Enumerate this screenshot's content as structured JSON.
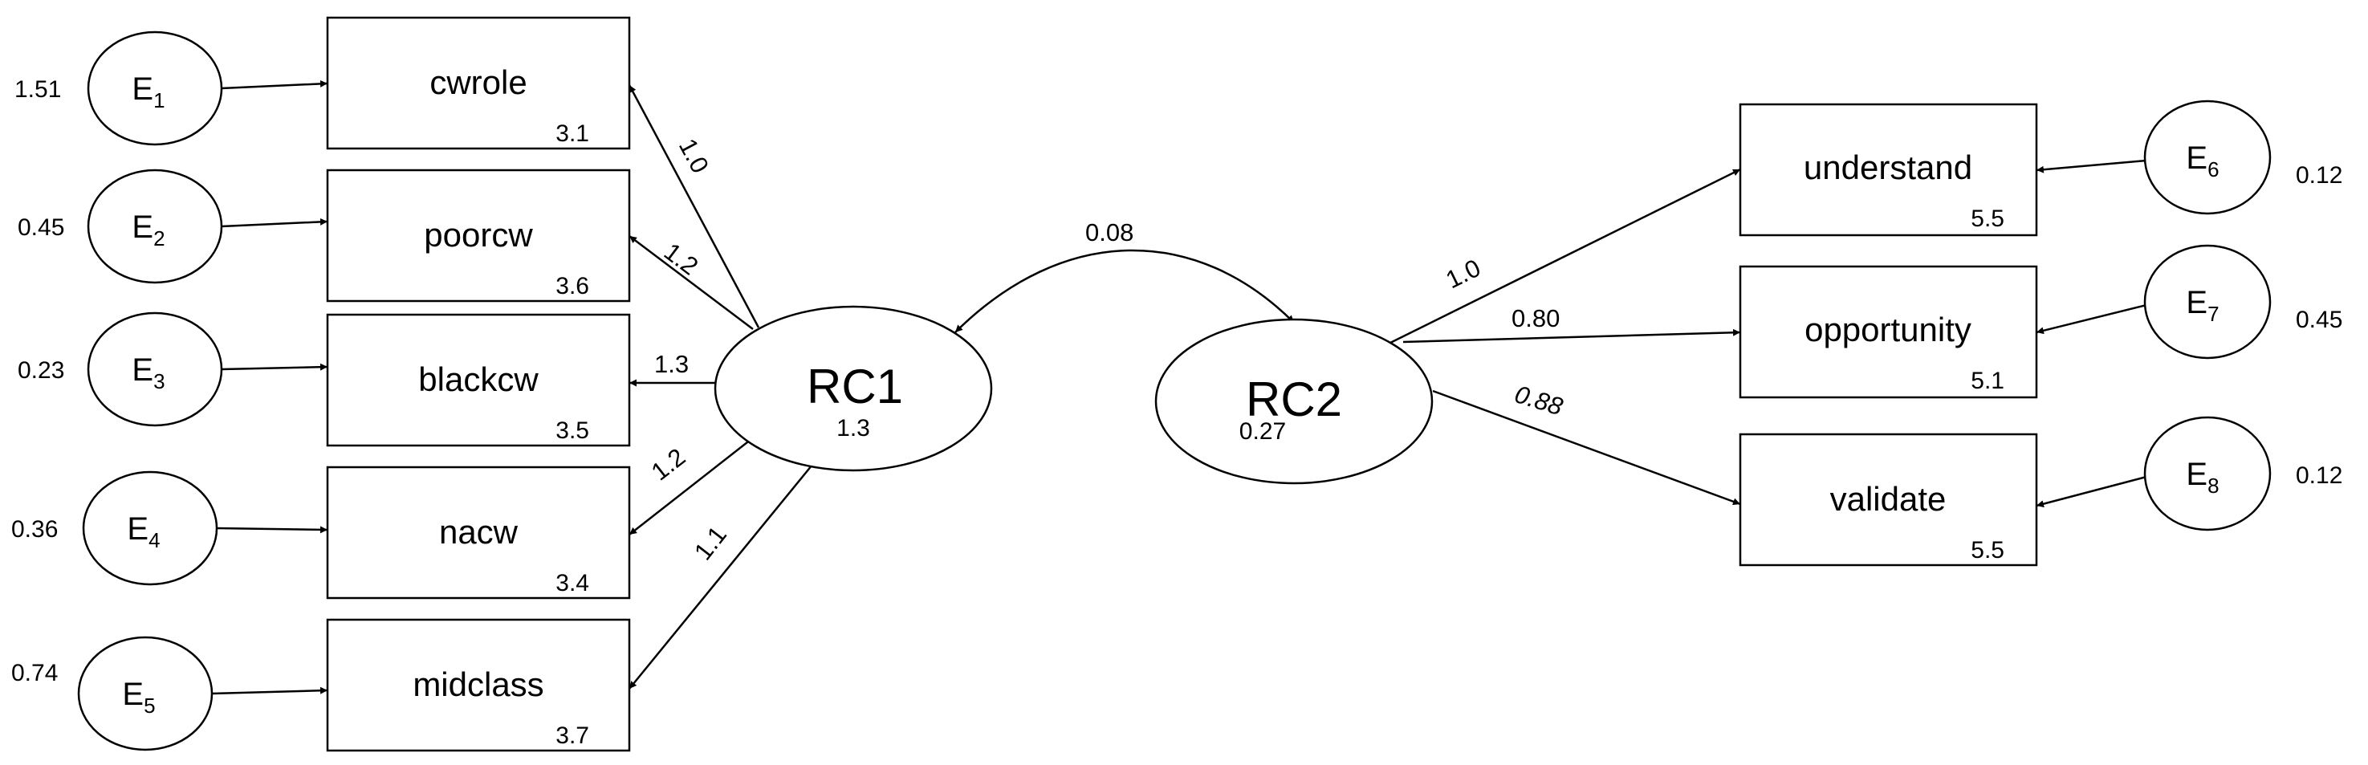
{
  "indicators_left": [
    {
      "id": "cwrole",
      "label": "cwrole",
      "intercept": "3.1",
      "error": {
        "letter": "E",
        "sub": "1",
        "variance": "1.51"
      },
      "loading": "1.0"
    },
    {
      "id": "poorcw",
      "label": "poorcw",
      "intercept": "3.6",
      "error": {
        "letter": "E",
        "sub": "2",
        "variance": "0.45"
      },
      "loading": "1.2"
    },
    {
      "id": "blackcw",
      "label": "blackcw",
      "intercept": "3.5",
      "error": {
        "letter": "E",
        "sub": "3",
        "variance": "0.23"
      },
      "loading": "1.3"
    },
    {
      "id": "nacw",
      "label": "nacw",
      "intercept": "3.4",
      "error": {
        "letter": "E",
        "sub": "4",
        "variance": "0.36"
      },
      "loading": "1.2"
    },
    {
      "id": "midclass",
      "label": "midclass",
      "intercept": "3.7",
      "error": {
        "letter": "E",
        "sub": "5",
        "variance": "0.74"
      },
      "loading": "1.1"
    }
  ],
  "indicators_right": [
    {
      "id": "understand",
      "label": "understand",
      "intercept": "5.5",
      "error": {
        "letter": "E",
        "sub": "6",
        "variance": "0.12"
      },
      "loading": "1.0"
    },
    {
      "id": "opportunity",
      "label": "opportunity",
      "intercept": "5.1",
      "error": {
        "letter": "E",
        "sub": "7",
        "variance": "0.45"
      },
      "loading": "0.80"
    },
    {
      "id": "validate",
      "label": "validate",
      "intercept": "5.5",
      "error": {
        "letter": "E",
        "sub": "8",
        "variance": "0.12"
      },
      "loading": "0.88"
    }
  ],
  "latents": [
    {
      "id": "rc1",
      "label": "RC1",
      "variance": "1.3"
    },
    {
      "id": "rc2",
      "label": "RC2",
      "variance": "0.27"
    }
  ],
  "covariance": {
    "label": "0.08"
  }
}
